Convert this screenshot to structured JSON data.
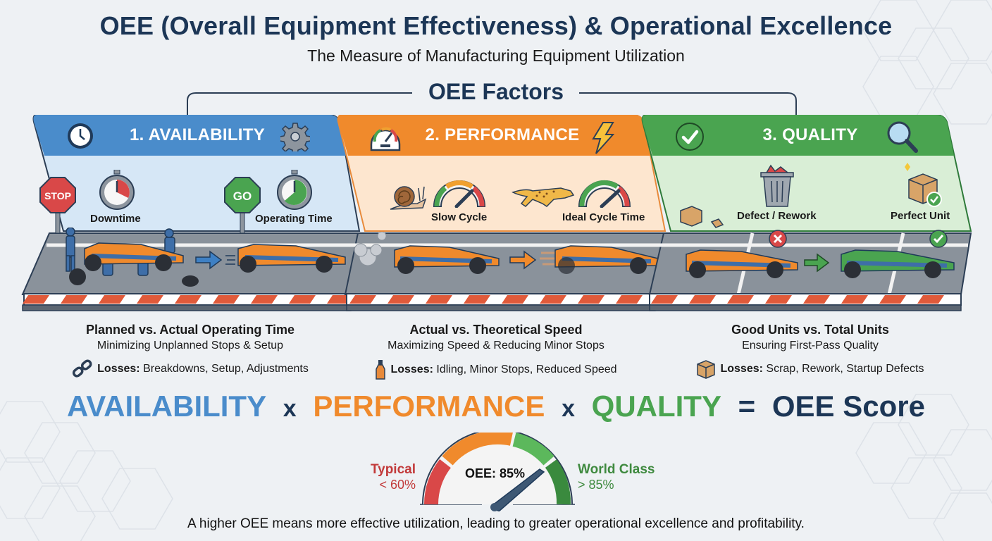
{
  "header": {
    "title": "OEE (Overall Equipment Effectiveness) & Operational Excellence",
    "subtitle": "The Measure of Manufacturing Equipment Utilization",
    "section_label": "OEE Factors"
  },
  "factors": [
    {
      "title": "1. AVAILABILITY",
      "color": "#4a8ccb",
      "light": "#d6e7f6",
      "header_icons": [
        "clock-icon",
        "gear-icon"
      ],
      "scene_labels": [
        "Downtime",
        "Operating Time"
      ],
      "scene_icons": [
        "stop-sign-icon",
        "stopwatch-red-icon",
        "go-sign-icon",
        "stopwatch-green-icon"
      ],
      "stop_text": "STOP",
      "go_text": "GO",
      "heading": "Planned vs. Actual Operating Time",
      "subheading": "Minimizing Unplanned Stops & Setup",
      "losses_label": "Losses:",
      "losses": "Breakdowns, Setup, Adjustments",
      "loss_icon": "broken-chain-icon"
    },
    {
      "title": "2. PERFORMANCE",
      "color": "#f08a2c",
      "light": "#fde6cf",
      "header_icons": [
        "speedometer-icon",
        "lightning-icon"
      ],
      "scene_labels": [
        "Slow Cycle",
        "Ideal Cycle Time"
      ],
      "scene_icons": [
        "snail-icon",
        "gauge-slow-icon",
        "cheetah-icon",
        "gauge-fast-icon"
      ],
      "heading": "Actual vs. Theoretical Speed",
      "subheading": "Maximizing Speed & Reducing Minor Stops",
      "losses_label": "Losses:",
      "losses": "Idling, Minor Stops, Reduced Speed",
      "loss_icon": "bottle-icon"
    },
    {
      "title": "3. QUALITY",
      "color": "#4aa450",
      "light": "#d9eed6",
      "header_icons": [
        "check-circle-icon",
        "magnifier-icon"
      ],
      "scene_labels": [
        "Defect / Rework",
        "Perfect Unit"
      ],
      "scene_icons": [
        "trash-bin-icon",
        "box-check-icon"
      ],
      "heading": "Good Units vs. Total Units",
      "subheading": "Ensuring First-Pass Quality",
      "losses_label": "Losses:",
      "losses": "Scrap, Rework, Startup Defects",
      "loss_icon": "box-icon"
    }
  ],
  "formula": {
    "a": "AVAILABILITY",
    "x1": "x",
    "p": "PERFORMANCE",
    "x2": "x",
    "q": "QUALITY",
    "eq": "=",
    "result": "OEE Score"
  },
  "gauge": {
    "value_label": "OEE: 85%",
    "typical_label": "Typical",
    "typical_value": "< 60%",
    "world_label": "World Class",
    "world_value": "> 85%"
  },
  "footer": "A higher OEE means more effective utilization, leading to greater operational excellence and profitability."
}
